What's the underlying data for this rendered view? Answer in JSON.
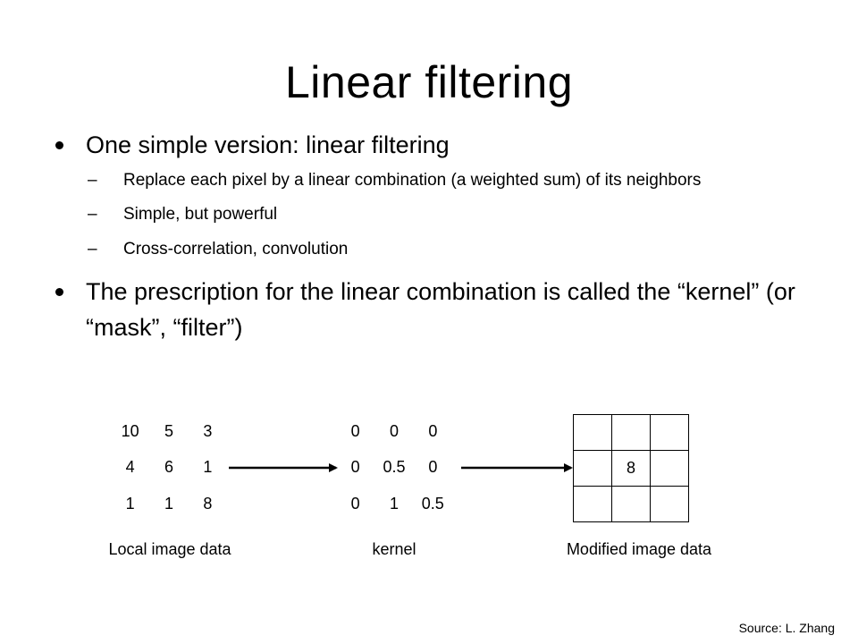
{
  "slide": {
    "title": "Linear filtering",
    "bullets": [
      {
        "text": "One simple version:  linear filtering",
        "sub": [
          "Replace each pixel by a linear combination (a weighted sum) of its neighbors",
          "Simple, but powerful",
          "Cross-correlation, convolution"
        ]
      },
      {
        "text": "The prescription for the linear combination is called the “kernel” (or “mask”, “filter”)",
        "sub": []
      }
    ],
    "sub_bullet_marker": "–",
    "diagram": {
      "local": {
        "caption": "Local image data",
        "cells": [
          "10",
          "5",
          "3",
          "4",
          "6",
          "1",
          "1",
          "1",
          "8"
        ]
      },
      "kernel": {
        "caption": "kernel",
        "cells": [
          "0",
          "0",
          "0",
          "0",
          "0.5",
          "0",
          "0",
          "1",
          "0.5"
        ]
      },
      "modified": {
        "caption": "Modified image data",
        "cells": [
          "",
          "",
          "",
          "",
          "8",
          "",
          "",
          "",
          ""
        ]
      }
    },
    "source": "Source: L. Zhang"
  }
}
